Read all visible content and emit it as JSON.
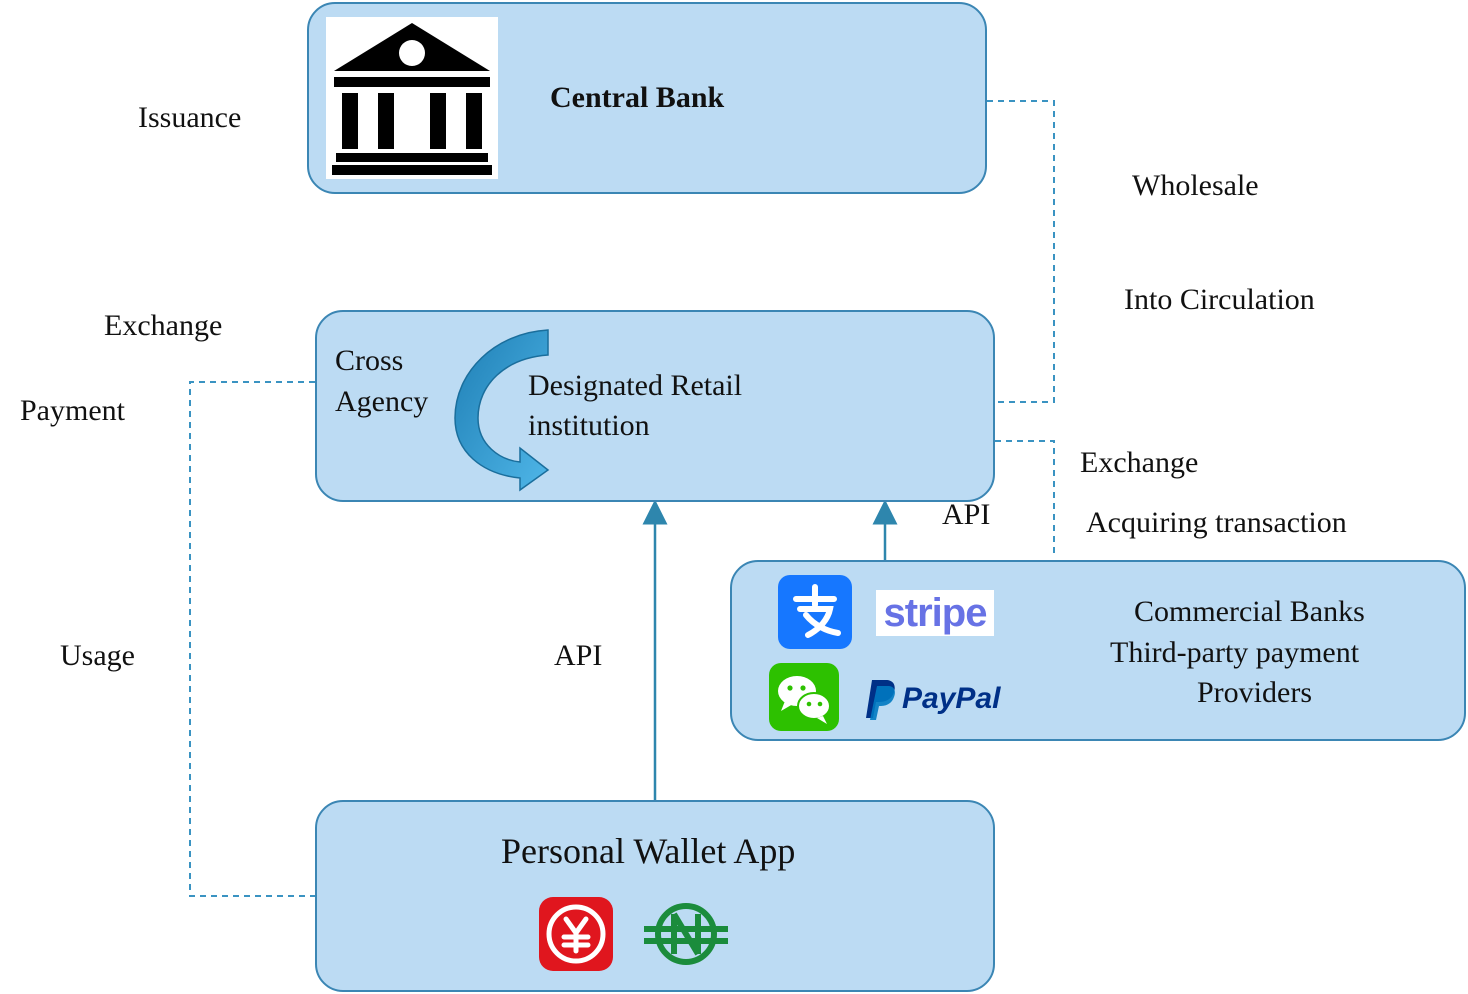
{
  "central_bank": {
    "label": "Central Bank"
  },
  "retail": {
    "cross_line1": "Cross",
    "cross_line2": "Agency",
    "title_line1": "Designated Retail",
    "title_line2": "institution"
  },
  "providers": {
    "line1": "Commercial Banks",
    "line2": "Third-party  payment",
    "line3": "Providers",
    "logos": [
      "alipay-icon",
      "stripe-logo",
      "wechat-icon",
      "paypal-logo"
    ],
    "stripe_text": "stripe",
    "paypal_text": "PayPal"
  },
  "wallet": {
    "title": "Personal Wallet App",
    "logos": [
      "digital-yuan-icon",
      "enaira-icon"
    ]
  },
  "side_labels": {
    "issuance": "Issuance",
    "exchange_left": "Exchange",
    "payment": "Payment",
    "usage": "Usage",
    "wholesale": "Wholesale",
    "into_circulation": "Into Circulation",
    "exchange_right": "Exchange",
    "acquiring": "Acquiring transaction",
    "api_top": "API",
    "api_mid": "API"
  },
  "colors": {
    "box_fill": "#bcdbf3",
    "box_border": "#3b86b4",
    "connector": "#3a93c2",
    "arrow": "#2e86ad"
  }
}
